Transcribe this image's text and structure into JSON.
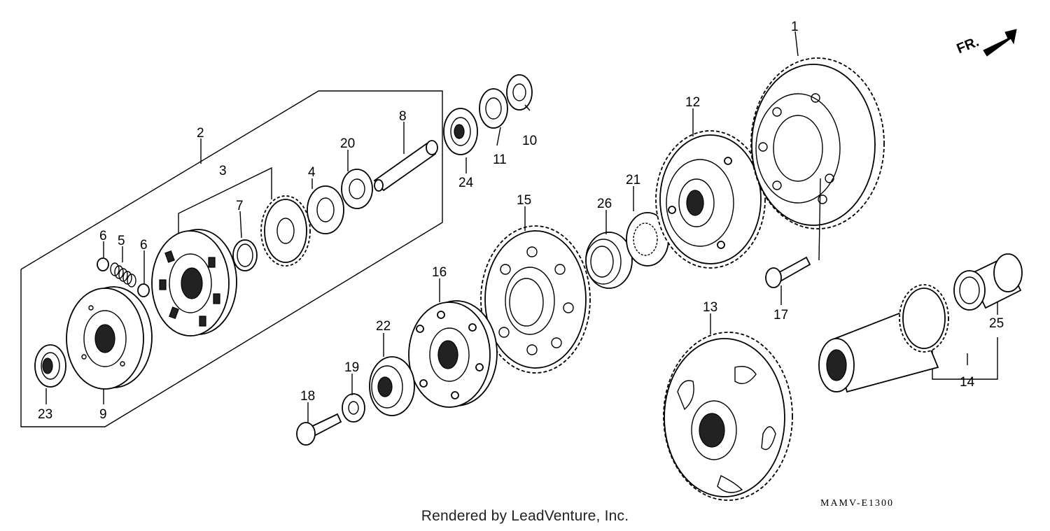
{
  "callouts": {
    "p1": "1",
    "p2": "2",
    "p3": "3",
    "p4": "4",
    "p5": "5",
    "p6a": "6",
    "p6b": "6",
    "p7": "7",
    "p8": "8",
    "p9": "9",
    "p10": "10",
    "p11": "11",
    "p12": "12",
    "p13": "13",
    "p14": "14",
    "p15": "15",
    "p16": "16",
    "p17": "17",
    "p18": "18",
    "p19": "19",
    "p20": "20",
    "p21": "21",
    "p22": "22",
    "p23": "23",
    "p24": "24",
    "p25": "25",
    "p26": "26"
  },
  "direction_label": "FR.",
  "diagram_code": "MAMV-E1300",
  "footer_text": "Rendered by LeadVenture, Inc."
}
